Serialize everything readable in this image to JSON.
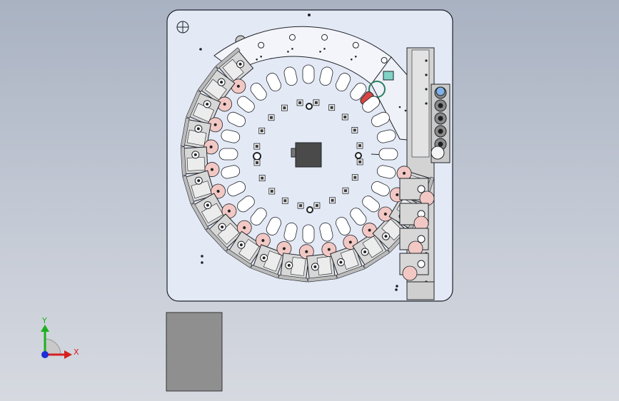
{
  "viewport": {
    "background_top": "#a9b2c2",
    "background_bottom": "#d6d9e0"
  },
  "model": {
    "plate_color": "#e4e9f6",
    "line_color": "#1f2328",
    "hole_color": "#ffffff",
    "rail_color": "#d3d3d3",
    "side_box_color": "#8f8f8f",
    "roller_color": "#f2c8c4",
    "center_block_color": "#4a4a4a",
    "station_count_left": 17,
    "dial_pockets_outer": 28,
    "dial_pockets_inner": 20
  },
  "triad": {
    "x_label": "X",
    "y_label": "Y",
    "x_color": "#d62020",
    "y_color": "#1cb01c",
    "z_color": "#1e2fd6"
  }
}
